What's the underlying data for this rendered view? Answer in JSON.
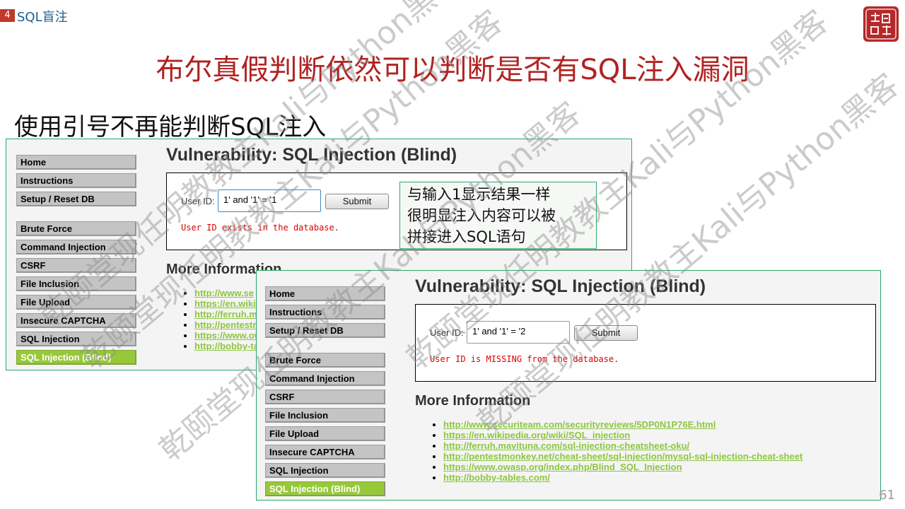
{
  "header": {
    "section_number": "4",
    "section_title": "SQL盲注",
    "logo_text": "颐乾堂"
  },
  "slide": {
    "title": "布尔真假判断依然可以判断是否有SQL注入漏洞",
    "subtitle": "使用引号不再能判断SQL注入",
    "page_number": "61"
  },
  "menu": {
    "group1": [
      "Home",
      "Instructions",
      "Setup / Reset DB"
    ],
    "group2": [
      "Brute Force",
      "Command Injection",
      "CSRF",
      "File Inclusion",
      "File Upload",
      "Insecure CAPTCHA",
      "SQL Injection",
      "SQL Injection (Blind)"
    ],
    "active": "SQL Injection (Blind)"
  },
  "screenshot1": {
    "title": "Vulnerability: SQL Injection (Blind)",
    "user_id_label": "User ID:",
    "user_id_value": "1' and '1' = '1",
    "submit_label": "Submit",
    "result": "User ID exists in the database.",
    "more_info_title": "More Information",
    "links": [
      "http://www.se",
      "https://en.wiki",
      "http://ferruh.m",
      "http://pentestm",
      "https://www.ow",
      "http://bobby-ta"
    ]
  },
  "callout": {
    "lines": [
      "与输入1显示结果一样",
      "很明显注入内容可以被",
      "拼接进入SQL语句"
    ]
  },
  "screenshot2": {
    "title": "Vulnerability: SQL Injection (Blind)",
    "user_id_label": "User ID:",
    "user_id_value": "1' and '1' = '2",
    "submit_label": "Submit",
    "result": "User ID is MISSING from the database.",
    "more_info_title": "More Information",
    "links": [
      "http://www.securiteam.com/securityreviews/5DP0N1P76E.html",
      "https://en.wikipedia.org/wiki/SQL_injection",
      "http://ferruh.mavituna.com/sql-injection-cheatsheet-oku/",
      "http://pentestmonkey.net/cheat-sheet/sql-injection/mysql-sql-injection-cheat-sheet",
      "https://www.owasp.org/index.php/Blind_SQL_Injection",
      "http://bobby-tables.com/"
    ]
  },
  "watermark": "乾颐堂现任明教教主Kali与Python黑客",
  "colors": {
    "title_red": "#b22222",
    "menu_active": "#97c83a",
    "link_green": "#8dc63f",
    "result_red": "#e10000",
    "frame_green": "#2aa96b"
  }
}
